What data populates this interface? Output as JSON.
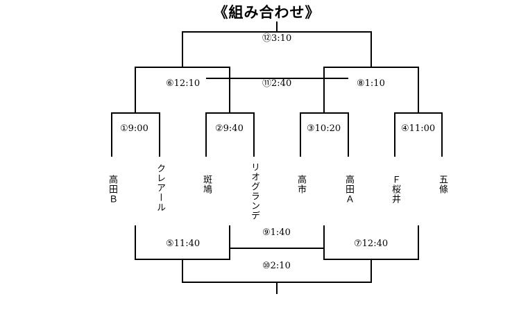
{
  "title": "《組み合わせ》",
  "teams": [
    {
      "name": "高田Ｂ"
    },
    {
      "name": "クレアール"
    },
    {
      "name": "斑鳩"
    },
    {
      "name": "リオグランデ"
    },
    {
      "name": "高市"
    },
    {
      "name": "高田Ａ"
    },
    {
      "name": "Ｆ桜井"
    },
    {
      "name": "五條"
    }
  ],
  "matches": [
    {
      "no": "①",
      "time": "9:00"
    },
    {
      "no": "②",
      "time": "9:40"
    },
    {
      "no": "③",
      "time": "10:20"
    },
    {
      "no": "④",
      "time": "11:00"
    },
    {
      "no": "⑤",
      "time": "11:40"
    },
    {
      "no": "⑥",
      "time": "12:10"
    },
    {
      "no": "⑦",
      "time": "12:40"
    },
    {
      "no": "⑧",
      "time": "1:10"
    },
    {
      "no": "⑨",
      "time": "1:40"
    },
    {
      "no": "⑩",
      "time": "2:10"
    },
    {
      "no": "⑪",
      "time": "2:40"
    },
    {
      "no": "⑫",
      "time": "3:10"
    }
  ]
}
